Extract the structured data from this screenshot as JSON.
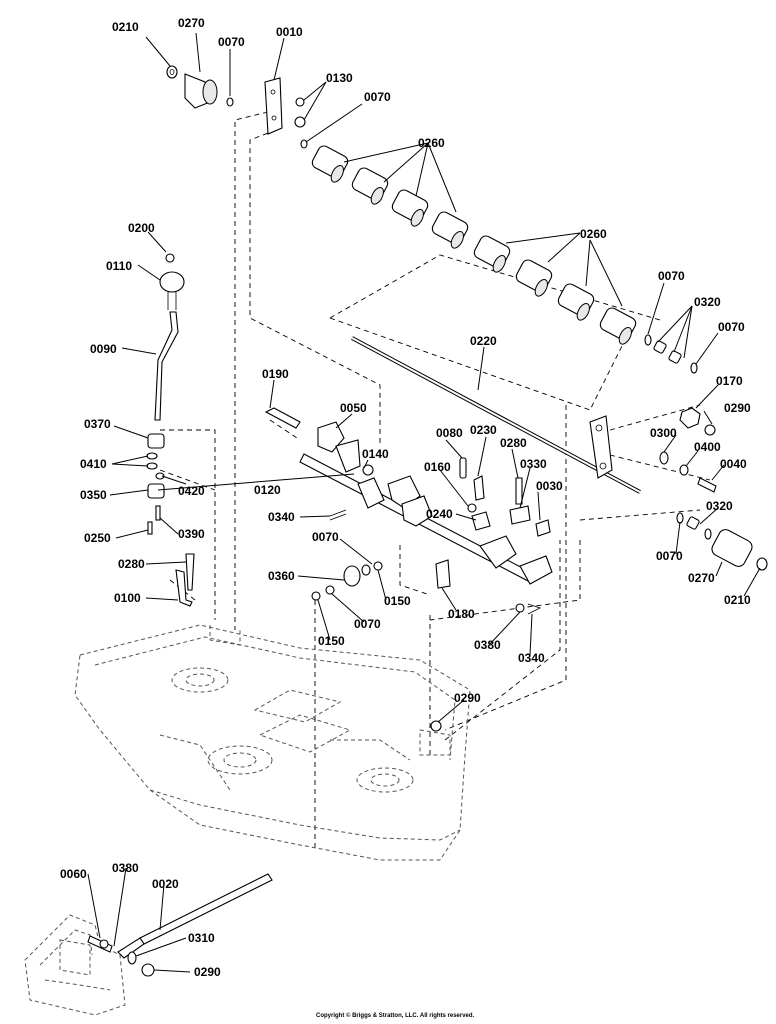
{
  "callouts": {
    "c0210a": "0210",
    "c0270a": "0270",
    "c0070a": "0070",
    "c0010": "0010",
    "c0130": "0130",
    "c0070b": "0070",
    "c0260a": "0260",
    "c0200": "0200",
    "c0110": "0110",
    "c0260b": "0260",
    "c0090": "0090",
    "c0070c": "0070",
    "c0320a": "0320",
    "c0070d": "0070",
    "c0220": "0220",
    "c0190": "0190",
    "c0170": "0170",
    "c0290a": "0290",
    "c0050": "0050",
    "c0370": "0370",
    "c0080": "0080",
    "c0230": "0230",
    "c0300": "0300",
    "c0400": "0400",
    "c0410": "0410",
    "c0420": "0420",
    "c0140": "0140",
    "c0280a": "0280",
    "c0040": "0040",
    "c0160": "0160",
    "c0330": "0330",
    "c0350": "0350",
    "c0120": "0120",
    "c0030": "0030",
    "c0320b": "0320",
    "c0340a": "0340",
    "c0240": "0240",
    "c0390": "0390",
    "c0250": "0250",
    "c0070e": "0070",
    "c0070f": "0070",
    "c0270b": "0270",
    "c0280b": "0280",
    "c0360": "0360",
    "c0150a": "0150",
    "c0210b": "0210",
    "c0100": "0100",
    "c0180": "0180",
    "c0070g": "0070",
    "c0150b": "0150",
    "c0380a": "0380",
    "c0340b": "0340",
    "c0290b": "0290",
    "c0060": "0060",
    "c0380b": "0380",
    "c0020": "0020",
    "c0310": "0310",
    "c0290c": "0290"
  },
  "footer": {
    "copyright": "Copyright © Briggs & Stratton, LLC. All rights reserved."
  }
}
